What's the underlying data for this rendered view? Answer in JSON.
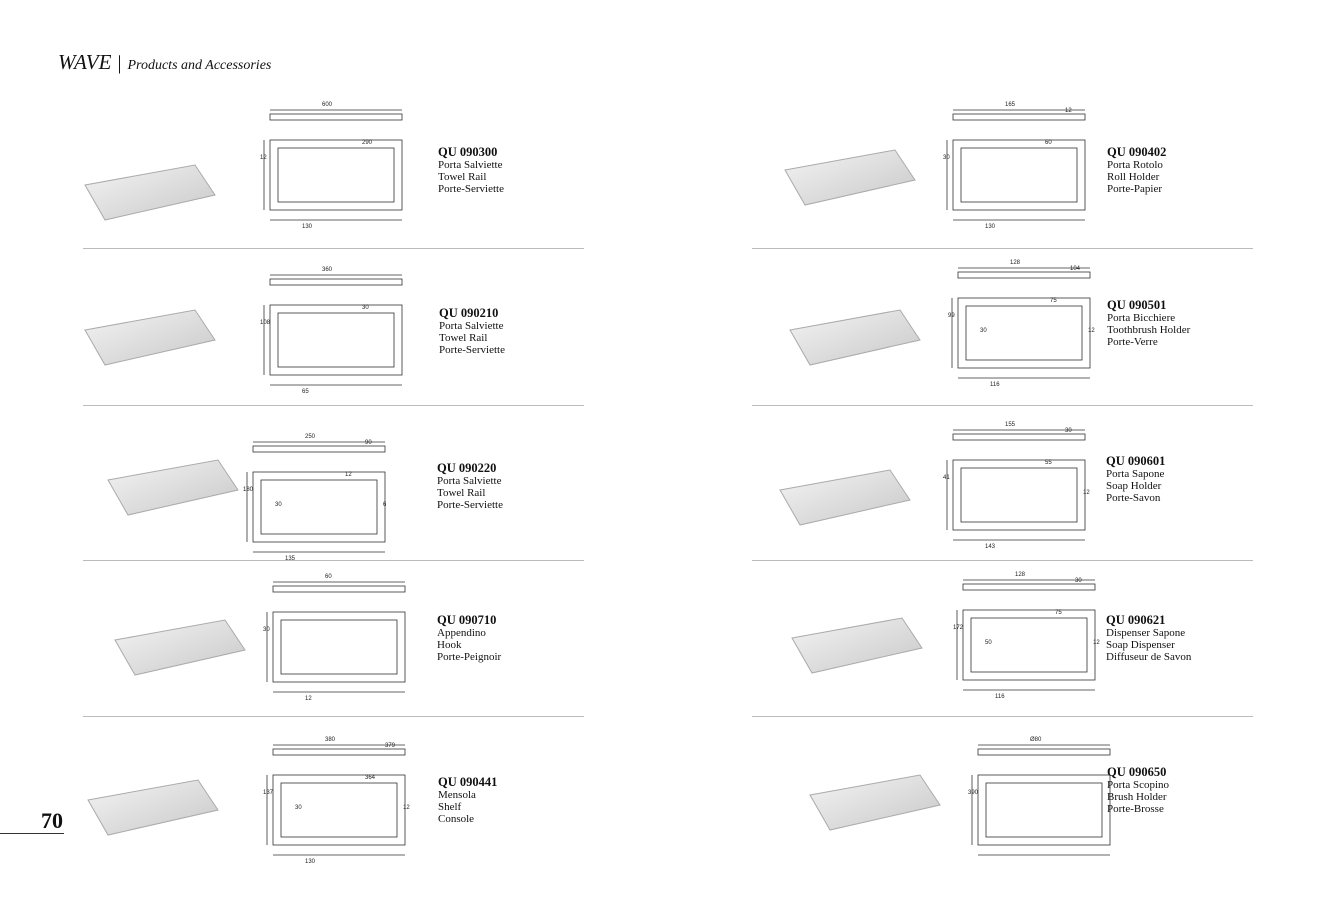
{
  "header": {
    "brand": "WAVE",
    "separator": "|",
    "subtitle": "Products and Accessories"
  },
  "page_number": "70",
  "products": [
    {
      "code": "QU 090300",
      "names": [
        "Porta Salviette",
        "Towel Rail",
        "Porte-Serviette"
      ],
      "dims": [
        "600",
        "12",
        "130",
        "290"
      ]
    },
    {
      "code": "QU 090210",
      "names": [
        "Porta Salviette",
        "Towel Rail",
        "Porte-Serviette"
      ],
      "dims": [
        "360",
        "108",
        "65",
        "30"
      ]
    },
    {
      "code": "QU 090220",
      "names": [
        "Porta Salviette",
        "Towel Rail",
        "Porte-Serviette"
      ],
      "dims": [
        "250",
        "180",
        "135",
        "12",
        "90",
        "6",
        "30"
      ]
    },
    {
      "code": "QU 090710",
      "names": [
        "Appendino",
        "Hook",
        "Porte-Peignoir"
      ],
      "dims": [
        "60",
        "30",
        "12"
      ]
    },
    {
      "code": "QU 090441",
      "names": [
        "Mensola",
        "Shelf",
        "Console"
      ],
      "dims": [
        "380",
        "137",
        "130",
        "364",
        "379",
        "12",
        "30"
      ]
    },
    {
      "code": "QU 090402",
      "names": [
        "Porta Rotolo",
        "Roll Holder",
        "Porte-Papier"
      ],
      "dims": [
        "165",
        "30",
        "130",
        "60",
        "12"
      ]
    },
    {
      "code": "QU 090501",
      "names": [
        "Porta Bicchiere",
        "Toothbrush Holder",
        "Porte-Verre"
      ],
      "dims": [
        "128",
        "99",
        "116",
        "75",
        "104",
        "12",
        "30"
      ]
    },
    {
      "code": "QU 090601",
      "names": [
        "Porta Sapone",
        "Soap Holder",
        "Porte-Savon"
      ],
      "dims": [
        "155",
        "41",
        "143",
        "55",
        "30",
        "12"
      ]
    },
    {
      "code": "QU 090621",
      "names": [
        "Dispenser Sapone",
        "Soap Dispenser",
        "Diffuseur de Savon"
      ],
      "dims": [
        "128",
        "172",
        "116",
        "75",
        "30",
        "12",
        "50"
      ]
    },
    {
      "code": "QU 090650",
      "names": [
        "Porta Scopino",
        "Brush Holder",
        "Porte-Brosse"
      ],
      "dims": [
        "Ø80",
        "390"
      ]
    }
  ]
}
